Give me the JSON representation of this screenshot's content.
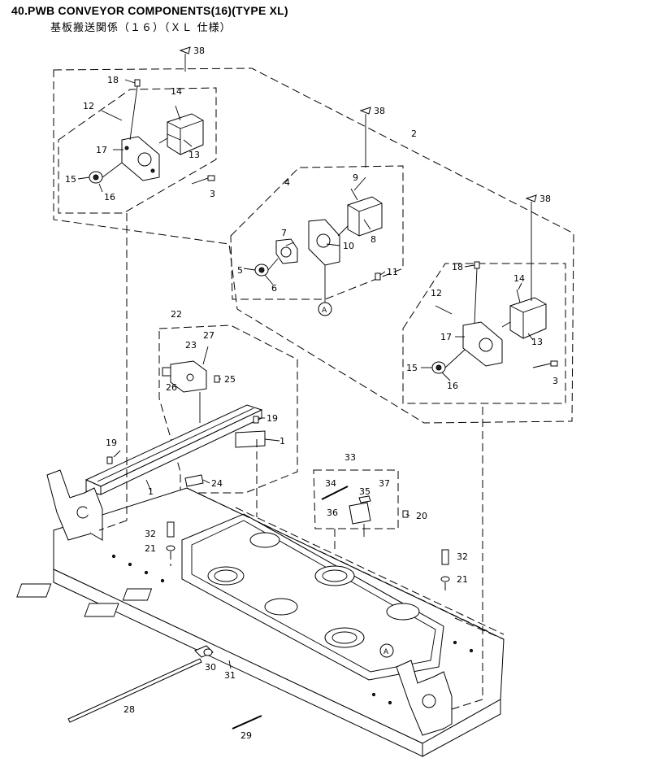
{
  "header": {
    "title": "40.PWB CONVEYOR COMPONENTS(16)(TYPE XL)",
    "subtitle": "基板搬送関係（１６）（ＸＬ 仕様）"
  },
  "callouts": {
    "c1a": "1",
    "c1b": "1",
    "c2": "2",
    "c3a": "3",
    "c3b": "3",
    "c4": "4",
    "c5": "5",
    "c6": "6",
    "c7": "7",
    "c8": "8",
    "c9": "9",
    "c10": "10",
    "c11": "11",
    "c12a": "12",
    "c12b": "12",
    "c13a": "13",
    "c13b": "13",
    "c14a": "14",
    "c14b": "14",
    "c15a": "15",
    "c15b": "15",
    "c16a": "16",
    "c16b": "16",
    "c17a": "17",
    "c17b": "17",
    "c18a": "18",
    "c18b": "18",
    "c19a": "19",
    "c19b": "19",
    "c20": "20",
    "c21a": "21",
    "c21b": "21",
    "c22": "22",
    "c23": "23",
    "c24": "24",
    "c25": "25",
    "c26": "26",
    "c27": "27",
    "c28": "28",
    "c29": "29",
    "c30": "30",
    "c31": "31",
    "c32a": "32",
    "c32b": "32",
    "c33": "33",
    "c34": "34",
    "c35": "35",
    "c36": "36",
    "c37": "37",
    "c38a": "38",
    "c38b": "38",
    "c38c": "38",
    "refA1": "A",
    "refA2": "A"
  }
}
